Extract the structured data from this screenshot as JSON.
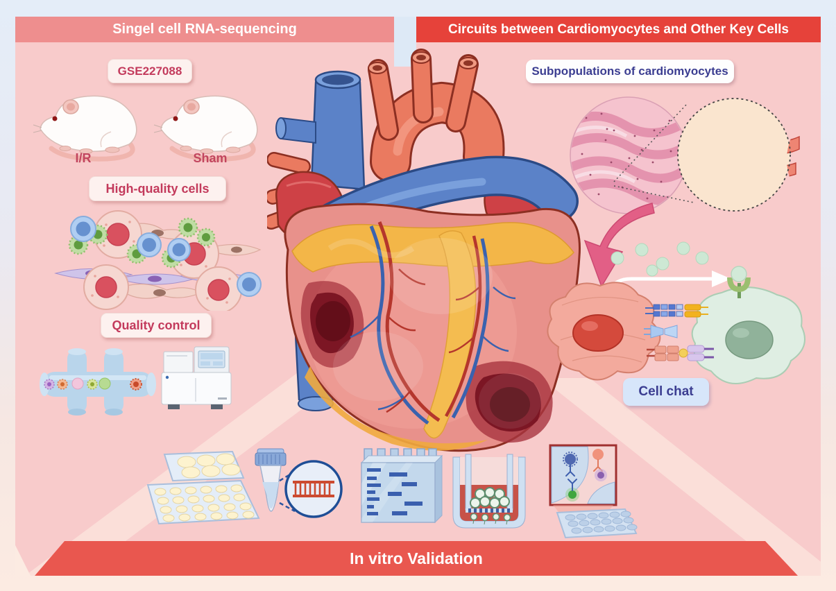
{
  "figure": {
    "left_panel": {
      "header": "Singel cell RNA-sequencing",
      "dataset_badge": "GSE227088",
      "mouse_labels": [
        "I/R",
        "Sham"
      ],
      "high_quality_badge": "High-quality cells",
      "quality_control_badge": "Quality control"
    },
    "right_panel": {
      "header": "Circuits between Cardiomyocytes and Other Key Cells",
      "subpopulations_badge": "Subpopulations of cardiomyocytes",
      "cell_chat_badge": "Cell chat"
    },
    "bottom_panel": {
      "header": "In vitro Validation"
    },
    "illustrations": {
      "rats": "lab-rat-icon",
      "cells": "cell-cluster-icon",
      "microfluidic": "microfluidic-chip-icon",
      "sequencer": "sequencer-machine-icon",
      "heart": "heart-anatomy-icon",
      "histology": "histology-magnified-icon",
      "cell_chat": "ligand-receptor-cells-icon",
      "well_plates": "well-plates-icon",
      "pcr": "tube-dna-circle-icon",
      "western_blot": "gel-blot-icon",
      "transwell": "transwell-assay-icon",
      "immunofluorescence": "immunofluorescence-panel-icon"
    },
    "colors": {
      "frame_top": "#e4edf8",
      "frame_bottom": "#fcebe2",
      "panel_pink": "#f8cbcb",
      "left_banner": "#ee8e8e",
      "right_banner": "#e6423a",
      "bottom_banner": "#e9574f",
      "beam": "#fbdfd9",
      "badge_text_crimson": "#c33a5c",
      "badge_text_indigo": "#3b3d91"
    }
  }
}
